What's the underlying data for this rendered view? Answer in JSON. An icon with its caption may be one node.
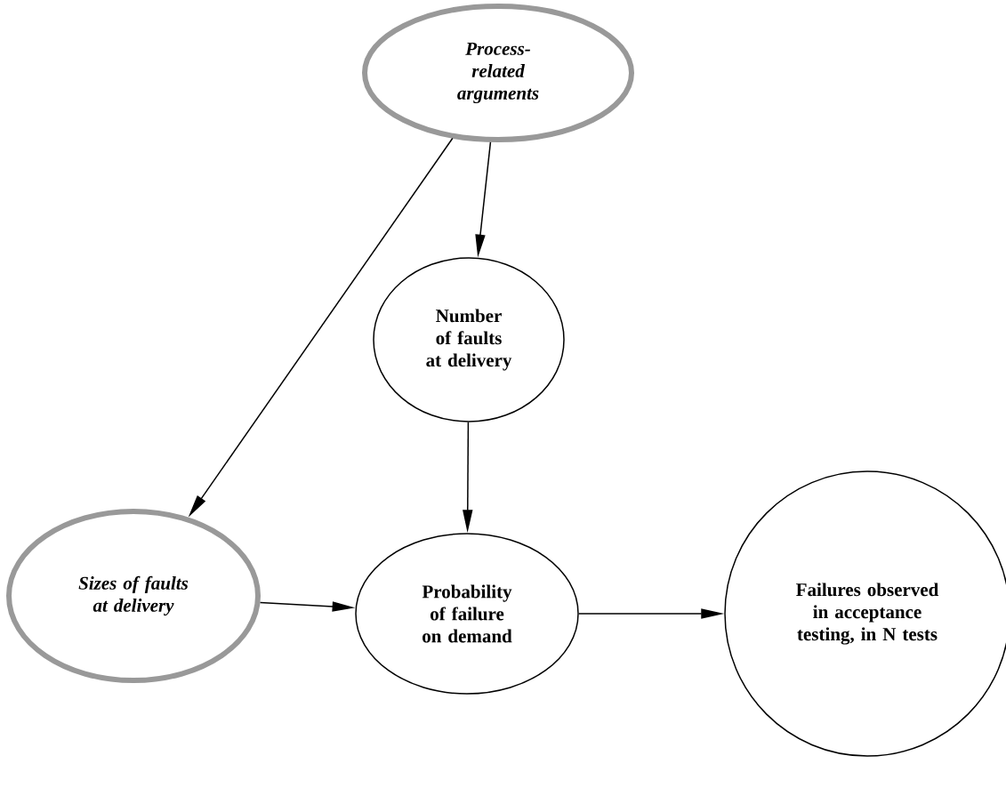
{
  "diagram": {
    "nodes": [
      {
        "text": [
          "Process-related arguments"
        ]
      },
      {
        "text": [
          "Number of faults at delivery"
        ]
      },
      {
        "text": [
          "Sizes of faults at delivery"
        ]
      },
      {
        "text": [
          "Probability of failure on demand"
        ]
      },
      {
        "text": [
          "Failures observed in acceptance testing, in N tests"
        ]
      }
    ],
    "edges": [
      {
        "from": 0,
        "to": 1,
        "arrow": "to"
      },
      {
        "from": 0,
        "to": 2,
        "arrow": "to"
      },
      {
        "from": 1,
        "to": 3,
        "arrow": "to"
      },
      {
        "from": 2,
        "to": 3,
        "arrow": "to"
      },
      {
        "from": 3,
        "to": 4,
        "arrow": "to"
      }
    ]
  }
}
